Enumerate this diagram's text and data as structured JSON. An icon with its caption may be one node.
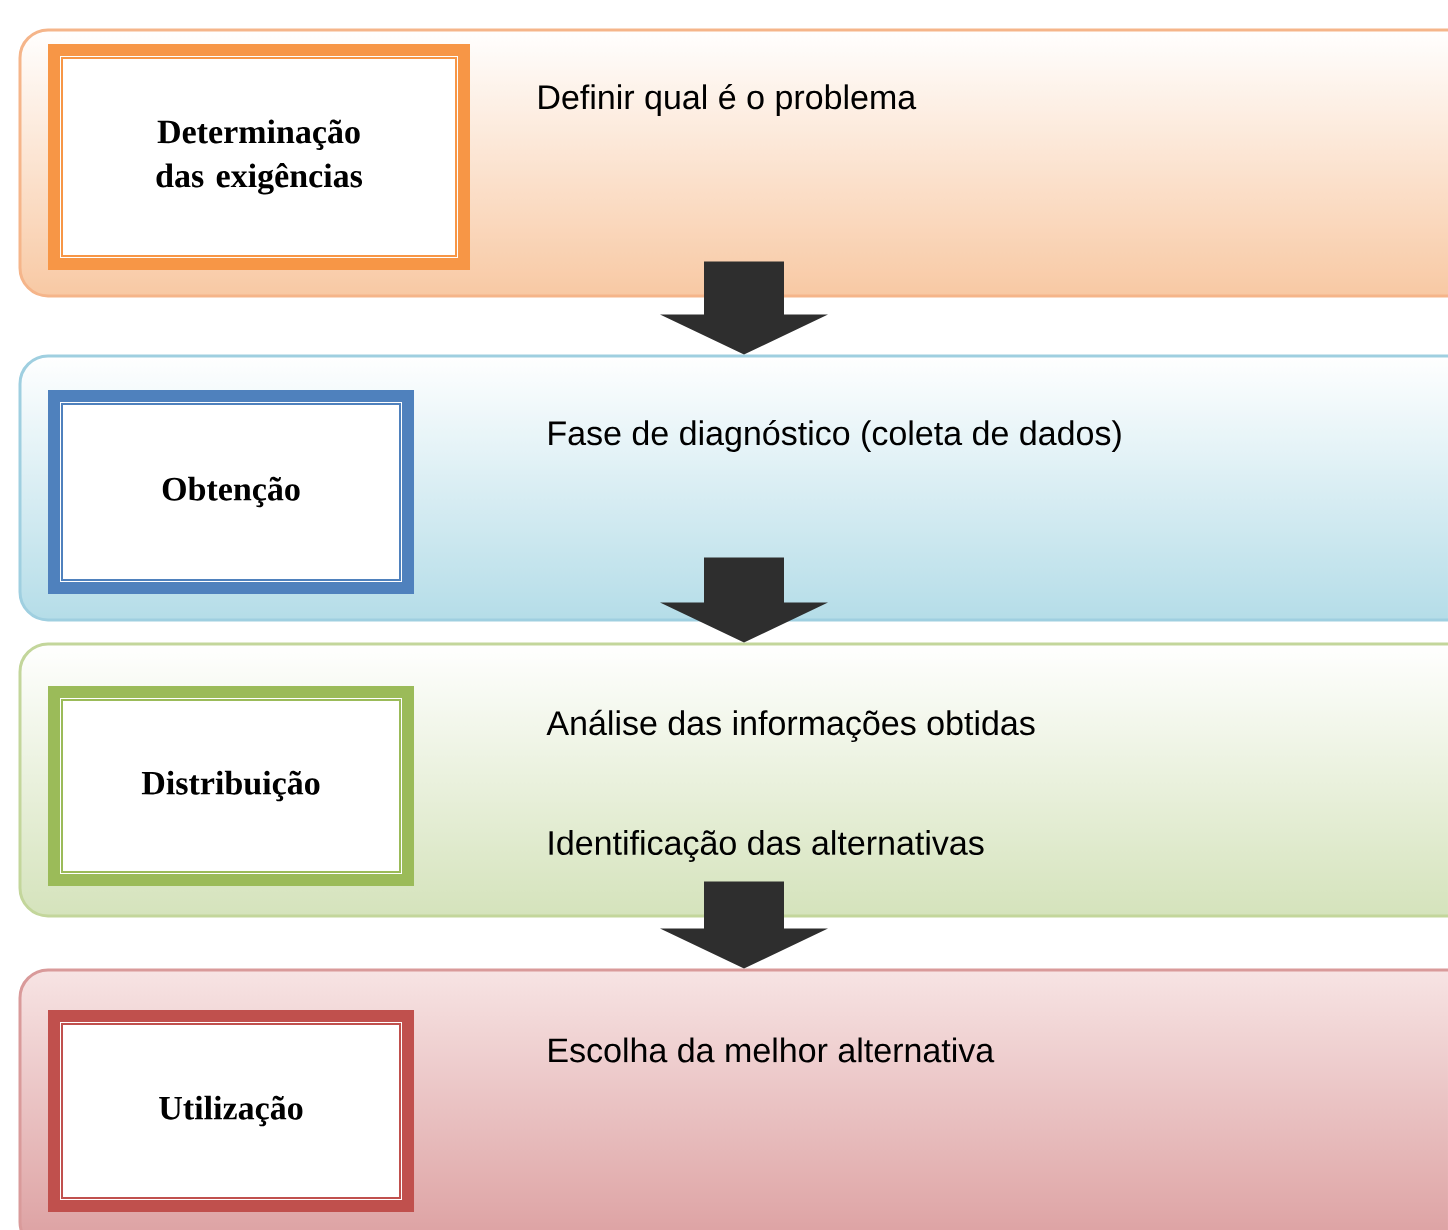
{
  "diagram": {
    "nodes": [
      {
        "text": [
          "Definir qual é o problema"
        ]
      },
      {
        "text": [
          "Determinação das exigências"
        ],
        "in": 0
      },
      {
        "text": [
          "Fase de diagnóstico (coleta de dados)"
        ]
      },
      {
        "text": [
          "Obtenção"
        ],
        "in": 2
      },
      {
        "text": [
          "Análise das informações obtidas",
          "Identificação das alternativas"
        ]
      },
      {
        "text": [
          "Distribuição"
        ],
        "in": 4
      },
      {
        "text": [
          "Escolha da melhor alternativa"
        ]
      },
      {
        "text": [
          "Utilização"
        ],
        "in": 6
      }
    ],
    "edges": [
      {
        "from": 0,
        "to": 2,
        "arrow": "to"
      },
      {
        "from": 2,
        "to": 4,
        "arrow": "to"
      },
      {
        "from": 4,
        "to": 6,
        "arrow": "to"
      }
    ]
  }
}
